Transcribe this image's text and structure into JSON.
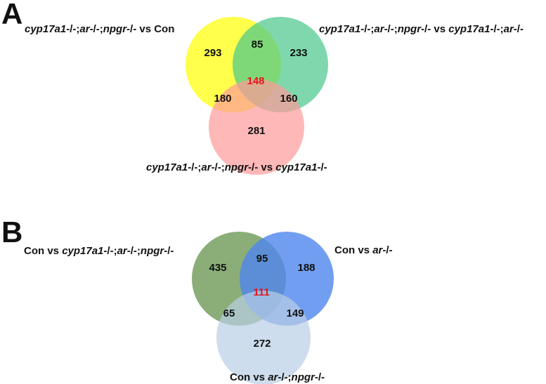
{
  "panels": [
    {
      "letter": "A",
      "colors": {
        "top_left": "#ffff00",
        "top_right": "#49c88a",
        "bottom": "#ff9a9a"
      },
      "sets": {
        "top_left": [
          {
            "t": "cyp17a1",
            "i": true
          },
          {
            "t": "-/-;",
            "i": false
          },
          {
            "t": "ar",
            "i": true
          },
          {
            "t": "-/-;",
            "i": false
          },
          {
            "t": "npgr",
            "i": true
          },
          {
            "t": "-/- vs Con",
            "i": false
          }
        ],
        "top_right": [
          {
            "t": "cyp17a1",
            "i": true
          },
          {
            "t": "-/-;",
            "i": false
          },
          {
            "t": "ar",
            "i": true
          },
          {
            "t": "-/-;",
            "i": false
          },
          {
            "t": "npgr",
            "i": true
          },
          {
            "t": "-/- vs ",
            "i": false
          },
          {
            "t": "cyp17a1",
            "i": true
          },
          {
            "t": "-/-;",
            "i": false
          },
          {
            "t": "ar",
            "i": true
          },
          {
            "t": "-/-",
            "i": false
          }
        ],
        "bottom": [
          {
            "t": "cyp17a1",
            "i": true
          },
          {
            "t": "-/-;",
            "i": false
          },
          {
            "t": "ar",
            "i": true
          },
          {
            "t": "-/-;",
            "i": false
          },
          {
            "t": "npgr",
            "i": true
          },
          {
            "t": "-/- vs ",
            "i": false
          },
          {
            "t": "cyp17a1",
            "i": true
          },
          {
            "t": "-/-",
            "i": false
          }
        ]
      },
      "counts": {
        "tl_only": "293",
        "tl_tr": "85",
        "tr_only": "233",
        "all": "148",
        "tl_b": "180",
        "tr_b": "160",
        "b_only": "281"
      }
    },
    {
      "letter": "B",
      "colors": {
        "top_left": "#6e9a57",
        "top_right": "#4f86ee",
        "bottom": "#b9cfe6"
      },
      "sets": {
        "top_left": [
          {
            "t": "Con vs ",
            "i": false
          },
          {
            "t": "cyp17a1",
            "i": true
          },
          {
            "t": "-/-;",
            "i": false
          },
          {
            "t": "ar",
            "i": true
          },
          {
            "t": "-/-;",
            "i": false
          },
          {
            "t": "npgr",
            "i": true
          },
          {
            "t": "-/-",
            "i": false
          }
        ],
        "top_right": [
          {
            "t": "Con vs ",
            "i": false
          },
          {
            "t": "ar",
            "i": true
          },
          {
            "t": "-/-",
            "i": false
          }
        ],
        "bottom": [
          {
            "t": "Con vs ",
            "i": false
          },
          {
            "t": "ar",
            "i": true
          },
          {
            "t": "-/-;",
            "i": false
          },
          {
            "t": "npgr",
            "i": true
          },
          {
            "t": "-/-",
            "i": false
          }
        ]
      },
      "counts": {
        "tl_only": "435",
        "tl_tr": "95",
        "tr_only": "188",
        "all": "111",
        "tl_b": "65",
        "tr_b": "149",
        "b_only": "272"
      }
    }
  ]
}
